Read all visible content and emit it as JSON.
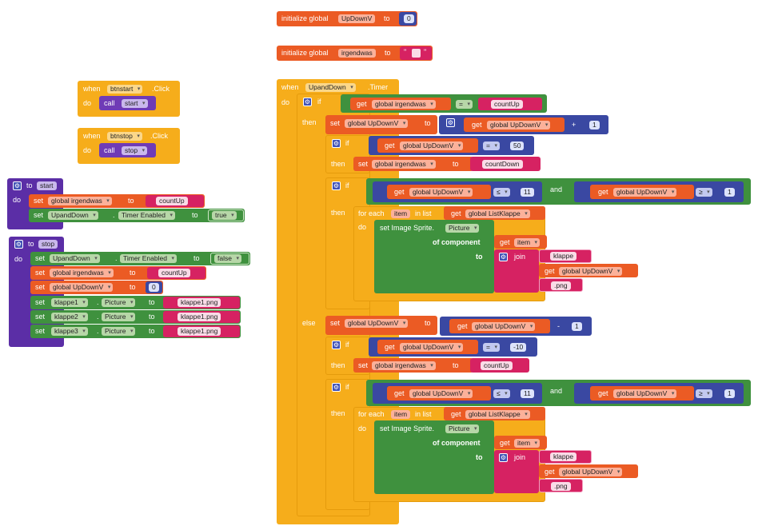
{
  "kw": {
    "initialize_global": "initialize global",
    "to": "to",
    "when": "when",
    "do": "do",
    "call": "call",
    "click": ".Click",
    "timer": ".Timer",
    "set": "set",
    "get": "get",
    "if": "if",
    "then": "then",
    "else": "else",
    "and": "and",
    "for_each": "for each",
    "in_list": "in list",
    "set_image_sprite": "set Image Sprite.",
    "of_component": "of component",
    "join": "join",
    "dot": ".",
    "plus": "+",
    "minus": "-"
  },
  "globals": {
    "updownv_name": "UpDownV",
    "updownv_value": "0",
    "irgendwas_name": "irgendwas"
  },
  "btnstart": {
    "component": "btnstart",
    "procedure": "start"
  },
  "btnstop": {
    "component": "btnstop",
    "procedure": "stop"
  },
  "proc_start": {
    "name": "start",
    "var": "global irgendwas",
    "var_value": "countUp",
    "timer_comp": "UpandDown",
    "timer_prop": "Timer Enabled",
    "timer_value": "true"
  },
  "proc_stop": {
    "name": "stop",
    "timer_comp": "UpandDown",
    "timer_prop": "Timer Enabled",
    "timer_value": "false",
    "var": "global irgendwas",
    "var_value": "countUp",
    "updown_var": "global UpDownV",
    "updown_value": "0",
    "sprites": [
      {
        "comp": "klappe1",
        "prop": "Picture",
        "value": "klappe1.png"
      },
      {
        "comp": "klappe2",
        "prop": "Picture",
        "value": "klappe1.png"
      },
      {
        "comp": "klappe3",
        "prop": "Picture",
        "value": "klappe1.png"
      }
    ]
  },
  "timer_event": {
    "component": "UpandDown",
    "cond_var": "global irgendwas",
    "cond_op": "=",
    "cond_value": "countUp",
    "up": {
      "set_var": "global UpDownV",
      "get_var": "global UpDownV",
      "step": "1",
      "limit_var": "global UpDownV",
      "limit_op": "=",
      "limit_value": "50",
      "switch_var": "global irgendwas",
      "switch_value": "countDown",
      "range_var_a": "global UpDownV",
      "range_op_a": "≤",
      "range_val_a": "11",
      "range_var_b": "global UpDownV",
      "range_op_b": "≥",
      "range_val_b": "1",
      "loop_var": "item",
      "list_var": "global ListKlappe",
      "prop": "Picture",
      "item_get": "item",
      "join_a": "klappe",
      "join_b": "global UpDownV",
      "join_c": ".png"
    },
    "down": {
      "set_var": "global UpDownV",
      "get_var": "global UpDownV",
      "step": "1",
      "limit_var": "global UpDownV",
      "limit_op": "=",
      "limit_value": "-10",
      "switch_var": "global irgendwas",
      "switch_value": "countUp",
      "range_var_a": "global UpDownV",
      "range_op_a": "≤",
      "range_val_a": "11",
      "range_var_b": "global UpDownV",
      "range_op_b": "≥",
      "range_val_b": "1",
      "loop_var": "item",
      "list_var": "global ListKlappe",
      "prop": "Picture",
      "item_get": "item",
      "join_a": "klappe",
      "join_b": "global UpDownV",
      "join_c": ".png"
    }
  },
  "colors": {
    "variables": "#eb5b24",
    "control": "#f6ad1b",
    "component": "#3f913e",
    "procedures": "#6f3bb6",
    "text": "#d62262",
    "math": "#3a48a2",
    "event": "#f2992e"
  }
}
